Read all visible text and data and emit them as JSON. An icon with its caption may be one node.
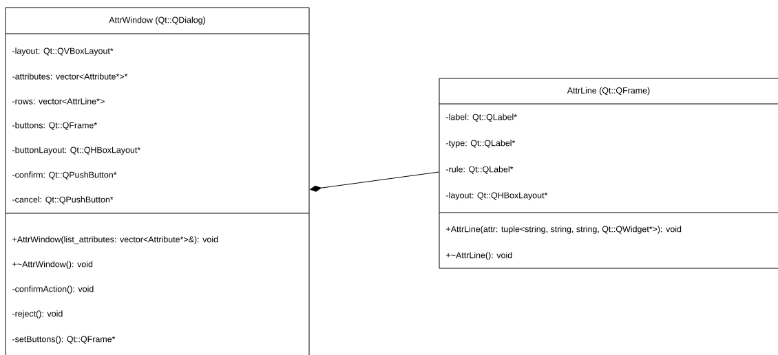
{
  "diagram": {
    "nodes": [
      {
        "text": [
          "AttrWindow (Qt::QDialog)",
          "-layout: Qt::QVBoxLayout*",
          "-attributes: vector<Attribute*>*",
          "-rows: vector<AttrLine*>",
          "-buttons: Qt::QFrame*",
          "-buttonLayout: Qt::QHBoxLayout*",
          "-confirm: Qt::QPushButton*",
          "-cancel: Qt::QPushButton*",
          "+AttrWindow(list_attributes: vector<Attribute*>&): void",
          "+~AttrWindow(): void",
          "-confirmAction(): void",
          "-reject(): void",
          "-setButtons(): Qt::QFrame*"
        ]
      },
      {
        "text": [
          "AttrLine (Qt::QFrame)",
          "-label: Qt::QLabel*",
          "-type: Qt::QLabel*",
          "-rule: Qt::QLabel*",
          "-layout: Qt::QHBoxLayout*",
          "+AttrLine(attr: tuple<string, string, string, Qt::QWidget*>): void",
          "+~AttrLine(): void"
        ]
      }
    ],
    "edges": [
      {
        "from": 0,
        "to": 1,
        "arrow": "other"
      }
    ]
  }
}
